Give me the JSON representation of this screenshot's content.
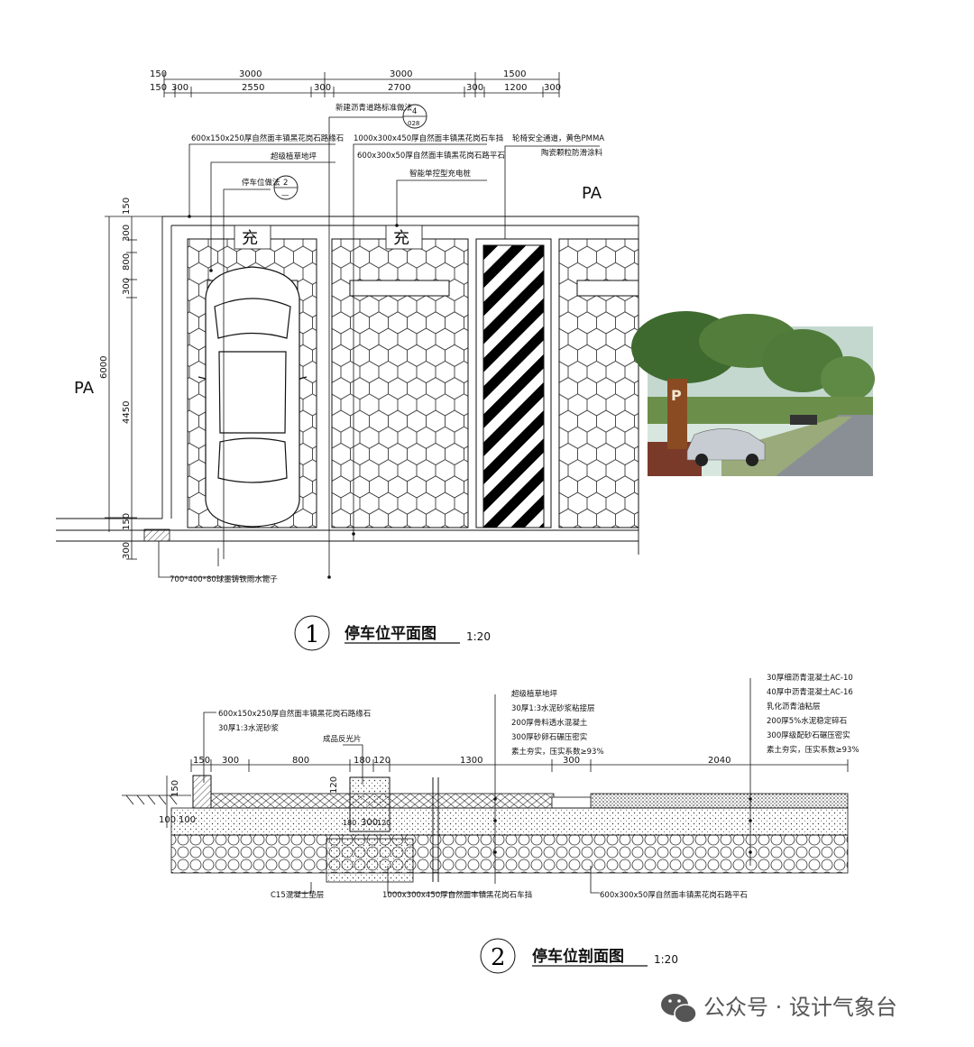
{
  "plan": {
    "dims_top": [
      "150",
      "3000",
      "3000",
      "1500"
    ],
    "dims_second": [
      "150",
      "300",
      "2550",
      "300",
      "2700",
      "300",
      "1200",
      "300"
    ],
    "dims_left": [
      "150",
      "300",
      "800",
      "300",
      "6000",
      "4450",
      "150",
      "300"
    ],
    "callouts": {
      "curb_stone": "600x150x250厚自然面丰镇黑花岗石路缘石",
      "grass_paver": "超级植草地坪",
      "parking_method": "停车位做法",
      "parking_ref": "2",
      "parking_ref_sub": "—",
      "new_road_std": "新建沥青道路标准做法",
      "road_ref": "4",
      "road_ref_sub": "028",
      "wheel_stop": "1000x300x450厚自然面丰镇黑花岗石车挡",
      "paving_flat": "600x300x50厚自然面丰镇黑花岗石路平石",
      "smart_charger": "智能单控型充电桩",
      "safety_channel": "轮椅安全通道，黄色PMMA",
      "anti_slip": "陶瓷颗粒防滑涂料",
      "drain_grate": "700*400*80球墨铸铁雨水篦子"
    },
    "charge_label": "充",
    "pa_label": "PA",
    "title_num": "1",
    "title": "停车位平面图",
    "scale": "1:20"
  },
  "section": {
    "dims": [
      "150",
      "300",
      "800",
      "180",
      "120",
      "1300",
      "300",
      "2040"
    ],
    "dims_vertical": [
      "150",
      "100",
      "100",
      "120"
    ],
    "dims_inner": [
      "300",
      "180",
      "120"
    ],
    "notes_left": [
      "600x150x250厚自然面丰镇黑花岗石路缘石",
      "30厚1:3水泥砂浆"
    ],
    "label_reflect": "成品反光片",
    "notes_mid": [
      "超级植草地坪",
      "30厚1:3水泥砂浆粘接层",
      "200厚骨料透水混凝土",
      "300厚砂卵石碾压密实",
      "素土夯实，压实系数≥93%"
    ],
    "notes_right": [
      "30厚细沥青混凝土AC-10",
      "40厚中沥青混凝土AC-16",
      "乳化沥青油粘层",
      "200厚5%水泥稳定碎石",
      "300厚级配砂石碾压密实",
      "素土夯实，压实系数≥93%"
    ],
    "bottom_labels": [
      "C15混凝土垫层",
      "1000x300x450厚自然面丰镇黑花岗石车挡",
      "600x300x50厚自然面丰镇黑花岗石路平石"
    ],
    "title_num": "2",
    "title": "停车位剖面图",
    "scale": "1:20"
  },
  "photo": {
    "sign_letter": "P"
  },
  "watermark": "公众号 · 设计气象台",
  "colors": {
    "line": "#111111",
    "sky": "#d8e6e0",
    "tree": "#4f7a3a",
    "grass": "#6f9a45",
    "road": "#8a8f96",
    "sign": "#8a4b22"
  }
}
